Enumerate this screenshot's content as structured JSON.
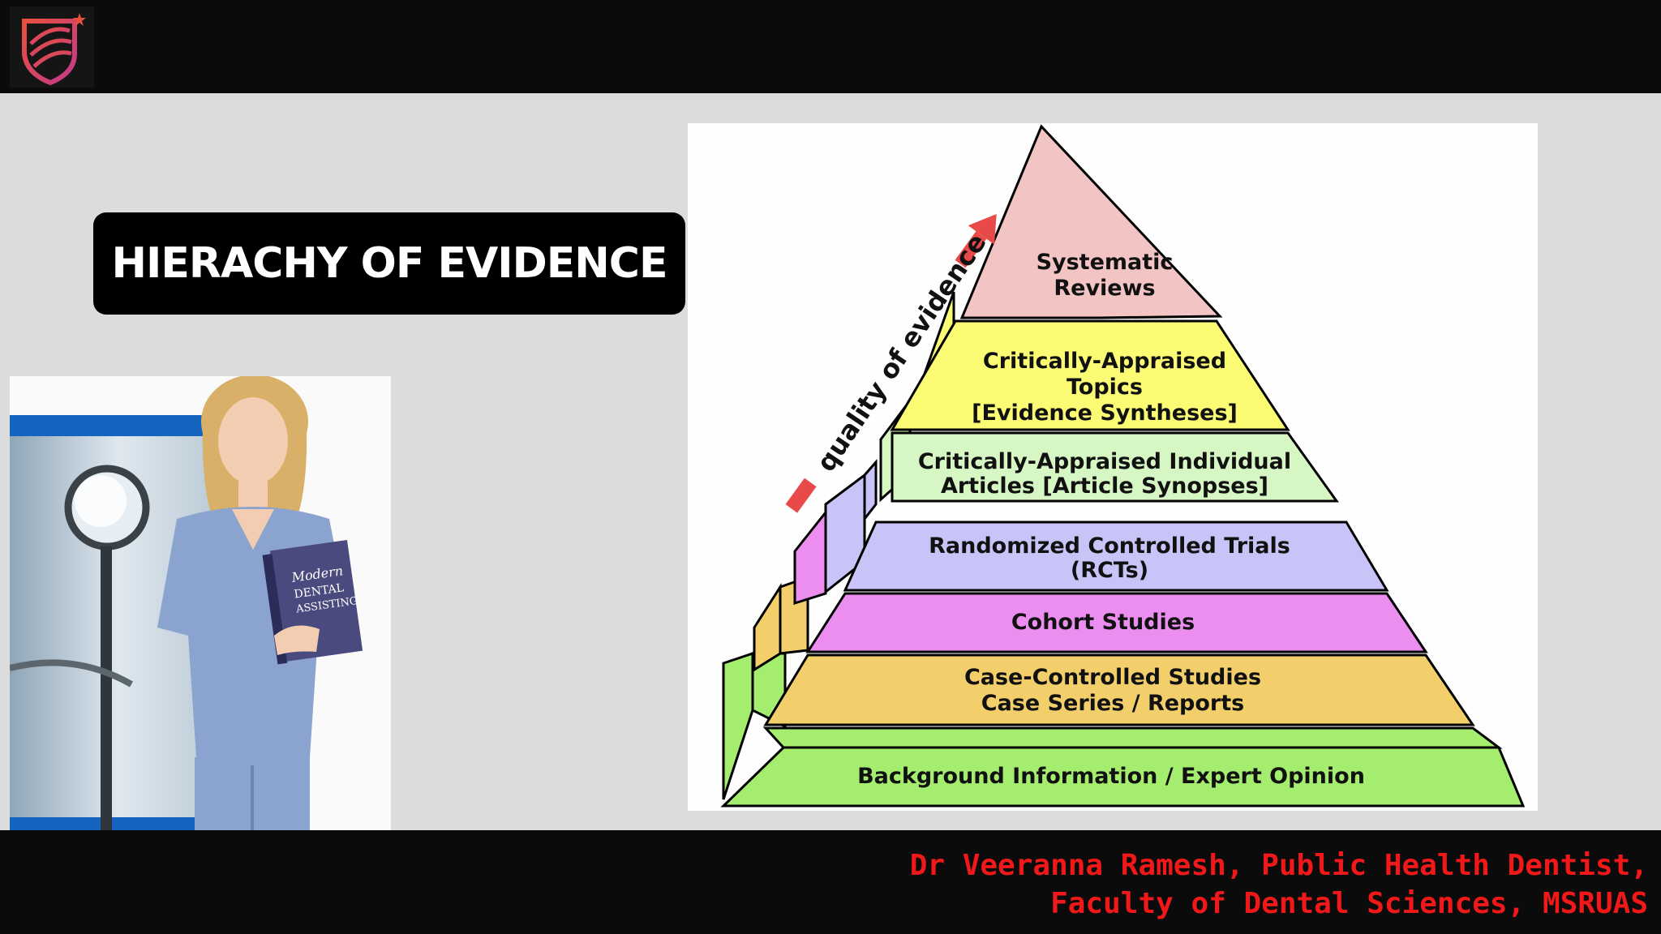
{
  "slide": {
    "title": "HIERACHY OF EVIDENCE",
    "credit_line_1": "Dr Veeranna Ramesh, Public Health Dentist,",
    "credit_line_2": "Faculty of Dental Sciences, MSRUAS",
    "logo_icon": "university-shield-logo-icon"
  },
  "photo": {
    "book_title_1": "Modern",
    "book_title_2": "DENTAL",
    "book_title_3": "ASSISTING",
    "icons": [
      "dental-mirror-icon",
      "student-figure-icon"
    ]
  },
  "diagram": {
    "arrow_label": "quality of evidence",
    "colors": {
      "systematic": "#f3c4c4",
      "topics": "#fbfb74",
      "articles": "#d6f7c4",
      "rcts": "#c8c4f7",
      "cohort": "#eb8ef0",
      "case": "#f3cf6c",
      "background": "#a4ed6e",
      "arrow": "#e84a4a"
    },
    "levels": [
      {
        "lines": [
          "Systematic",
          "Reviews"
        ]
      },
      {
        "lines": [
          "Critically-Appraised",
          "Topics",
          "[Evidence Syntheses]"
        ]
      },
      {
        "lines": [
          "Critically-Appraised Individual",
          "Articles [Article Synopses]"
        ]
      },
      {
        "lines": [
          "Randomized Controlled Trials",
          "(RCTs)"
        ]
      },
      {
        "lines": [
          "Cohort Studies"
        ]
      },
      {
        "lines": [
          "Case-Controlled Studies",
          "Case Series / Reports"
        ]
      },
      {
        "lines": [
          "Background Information / Expert Opinion"
        ]
      }
    ]
  }
}
